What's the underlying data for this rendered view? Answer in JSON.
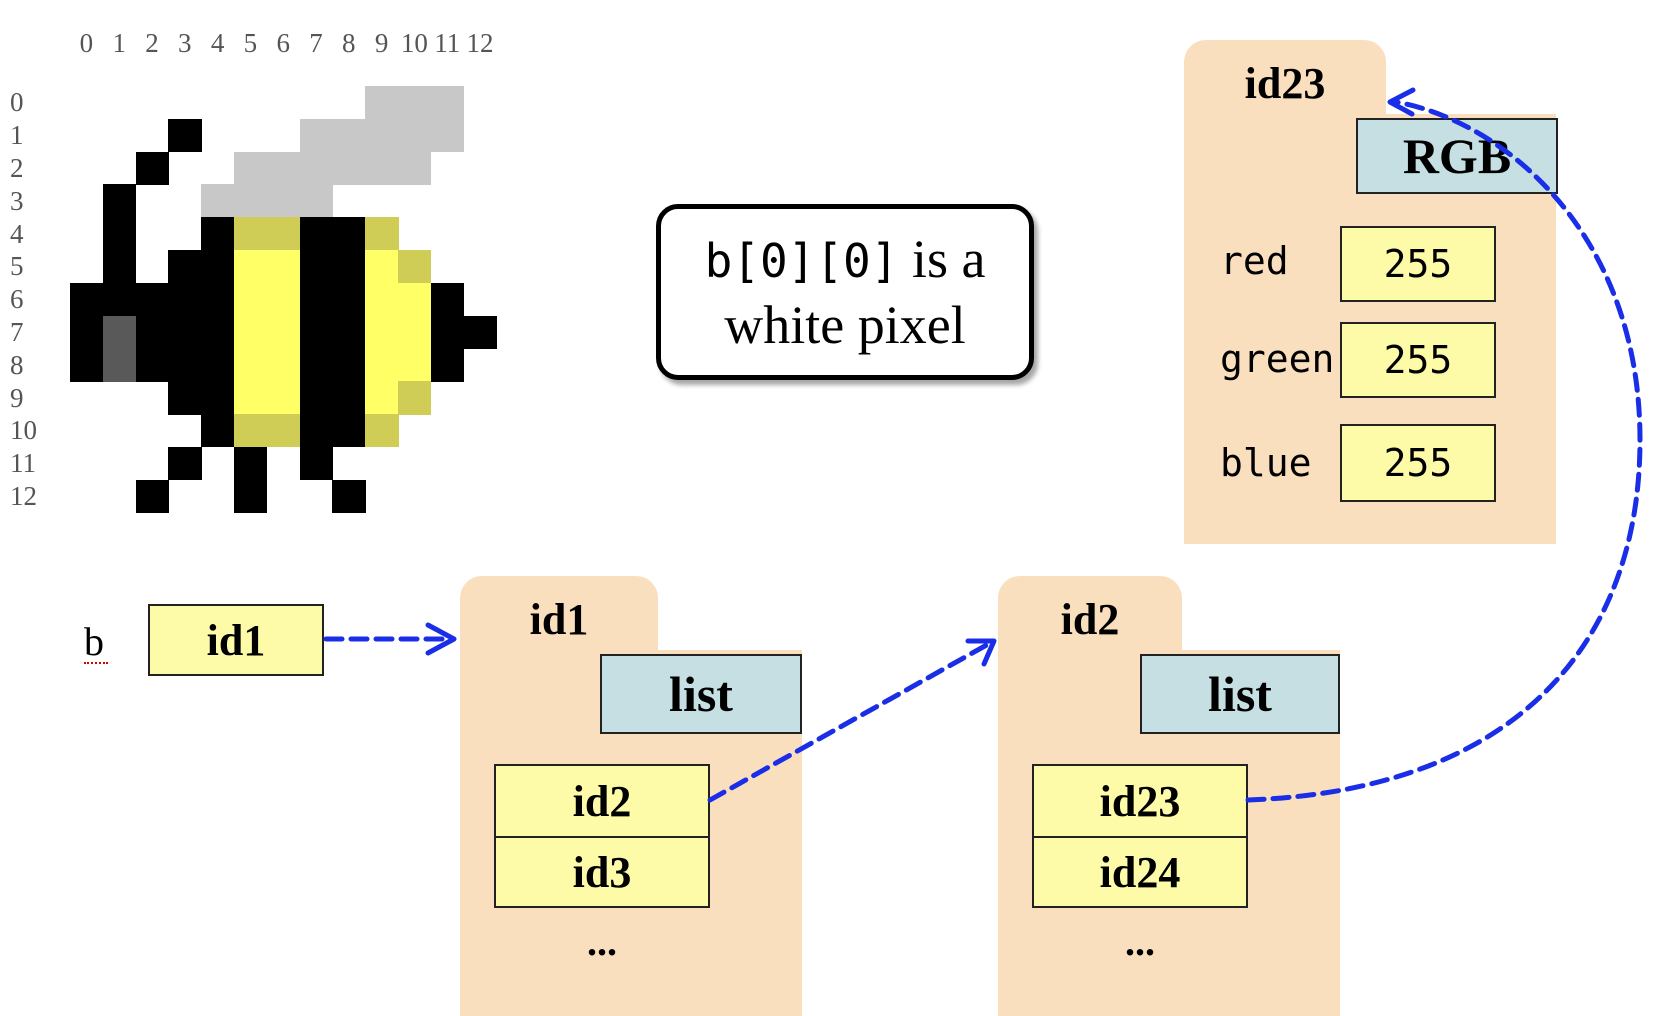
{
  "pixel_grid": {
    "column_labels": [
      "0",
      "1",
      "2",
      "3",
      "4",
      "5",
      "6",
      "7",
      "8",
      "9",
      "10",
      "11",
      "12"
    ],
    "row_labels": [
      "0",
      "1",
      "2",
      "3",
      "4",
      "5",
      "6",
      "7",
      "8",
      "9",
      "10",
      "11",
      "12"
    ],
    "colors": {
      "k": "#000000",
      "g": "#c8c8c8",
      "y": "#ffff66",
      "o": "#cfcd55",
      "d": "#595959",
      "w": "#ffffff"
    },
    "rows": [
      "wwwwwwwwwgggw",
      "wwwkwwwgggggw",
      "wwkwwggggggww",
      "wkwwggggwwwww",
      "wkwwkookkowww",
      "wkwkkyykkyoww",
      "kkkkkyykkyykw",
      "kdkkkyykkyykk",
      "kdkkkyykkyykw",
      "wwwkkyykkyoww",
      "wwwwkookkowww",
      "wwwkwkwkwwwww",
      "wwkwwkwwkwwww"
    ]
  },
  "callout": {
    "code": "b[0][0]",
    "line1_rest": " is a",
    "line2": "white pixel"
  },
  "variable": {
    "name": "b",
    "value": "id1"
  },
  "folders": {
    "id1": {
      "id_label": "id1",
      "type": "list",
      "items": [
        "id2",
        "id3"
      ],
      "ellipsis": "..."
    },
    "id2": {
      "id_label": "id2",
      "type": "list",
      "items": [
        "id23",
        "id24"
      ],
      "ellipsis": "..."
    },
    "id23": {
      "id_label": "id23",
      "type": "RGB",
      "attributes": [
        {
          "name": "red",
          "value": "255"
        },
        {
          "name": "green",
          "value": "255"
        },
        {
          "name": "blue",
          "value": "255"
        }
      ]
    }
  },
  "colors": {
    "folder": "#f9dfbd",
    "type_box": "#c5dfe3",
    "value_box": "#fdfba8",
    "arrow": "#1a2ee8"
  }
}
